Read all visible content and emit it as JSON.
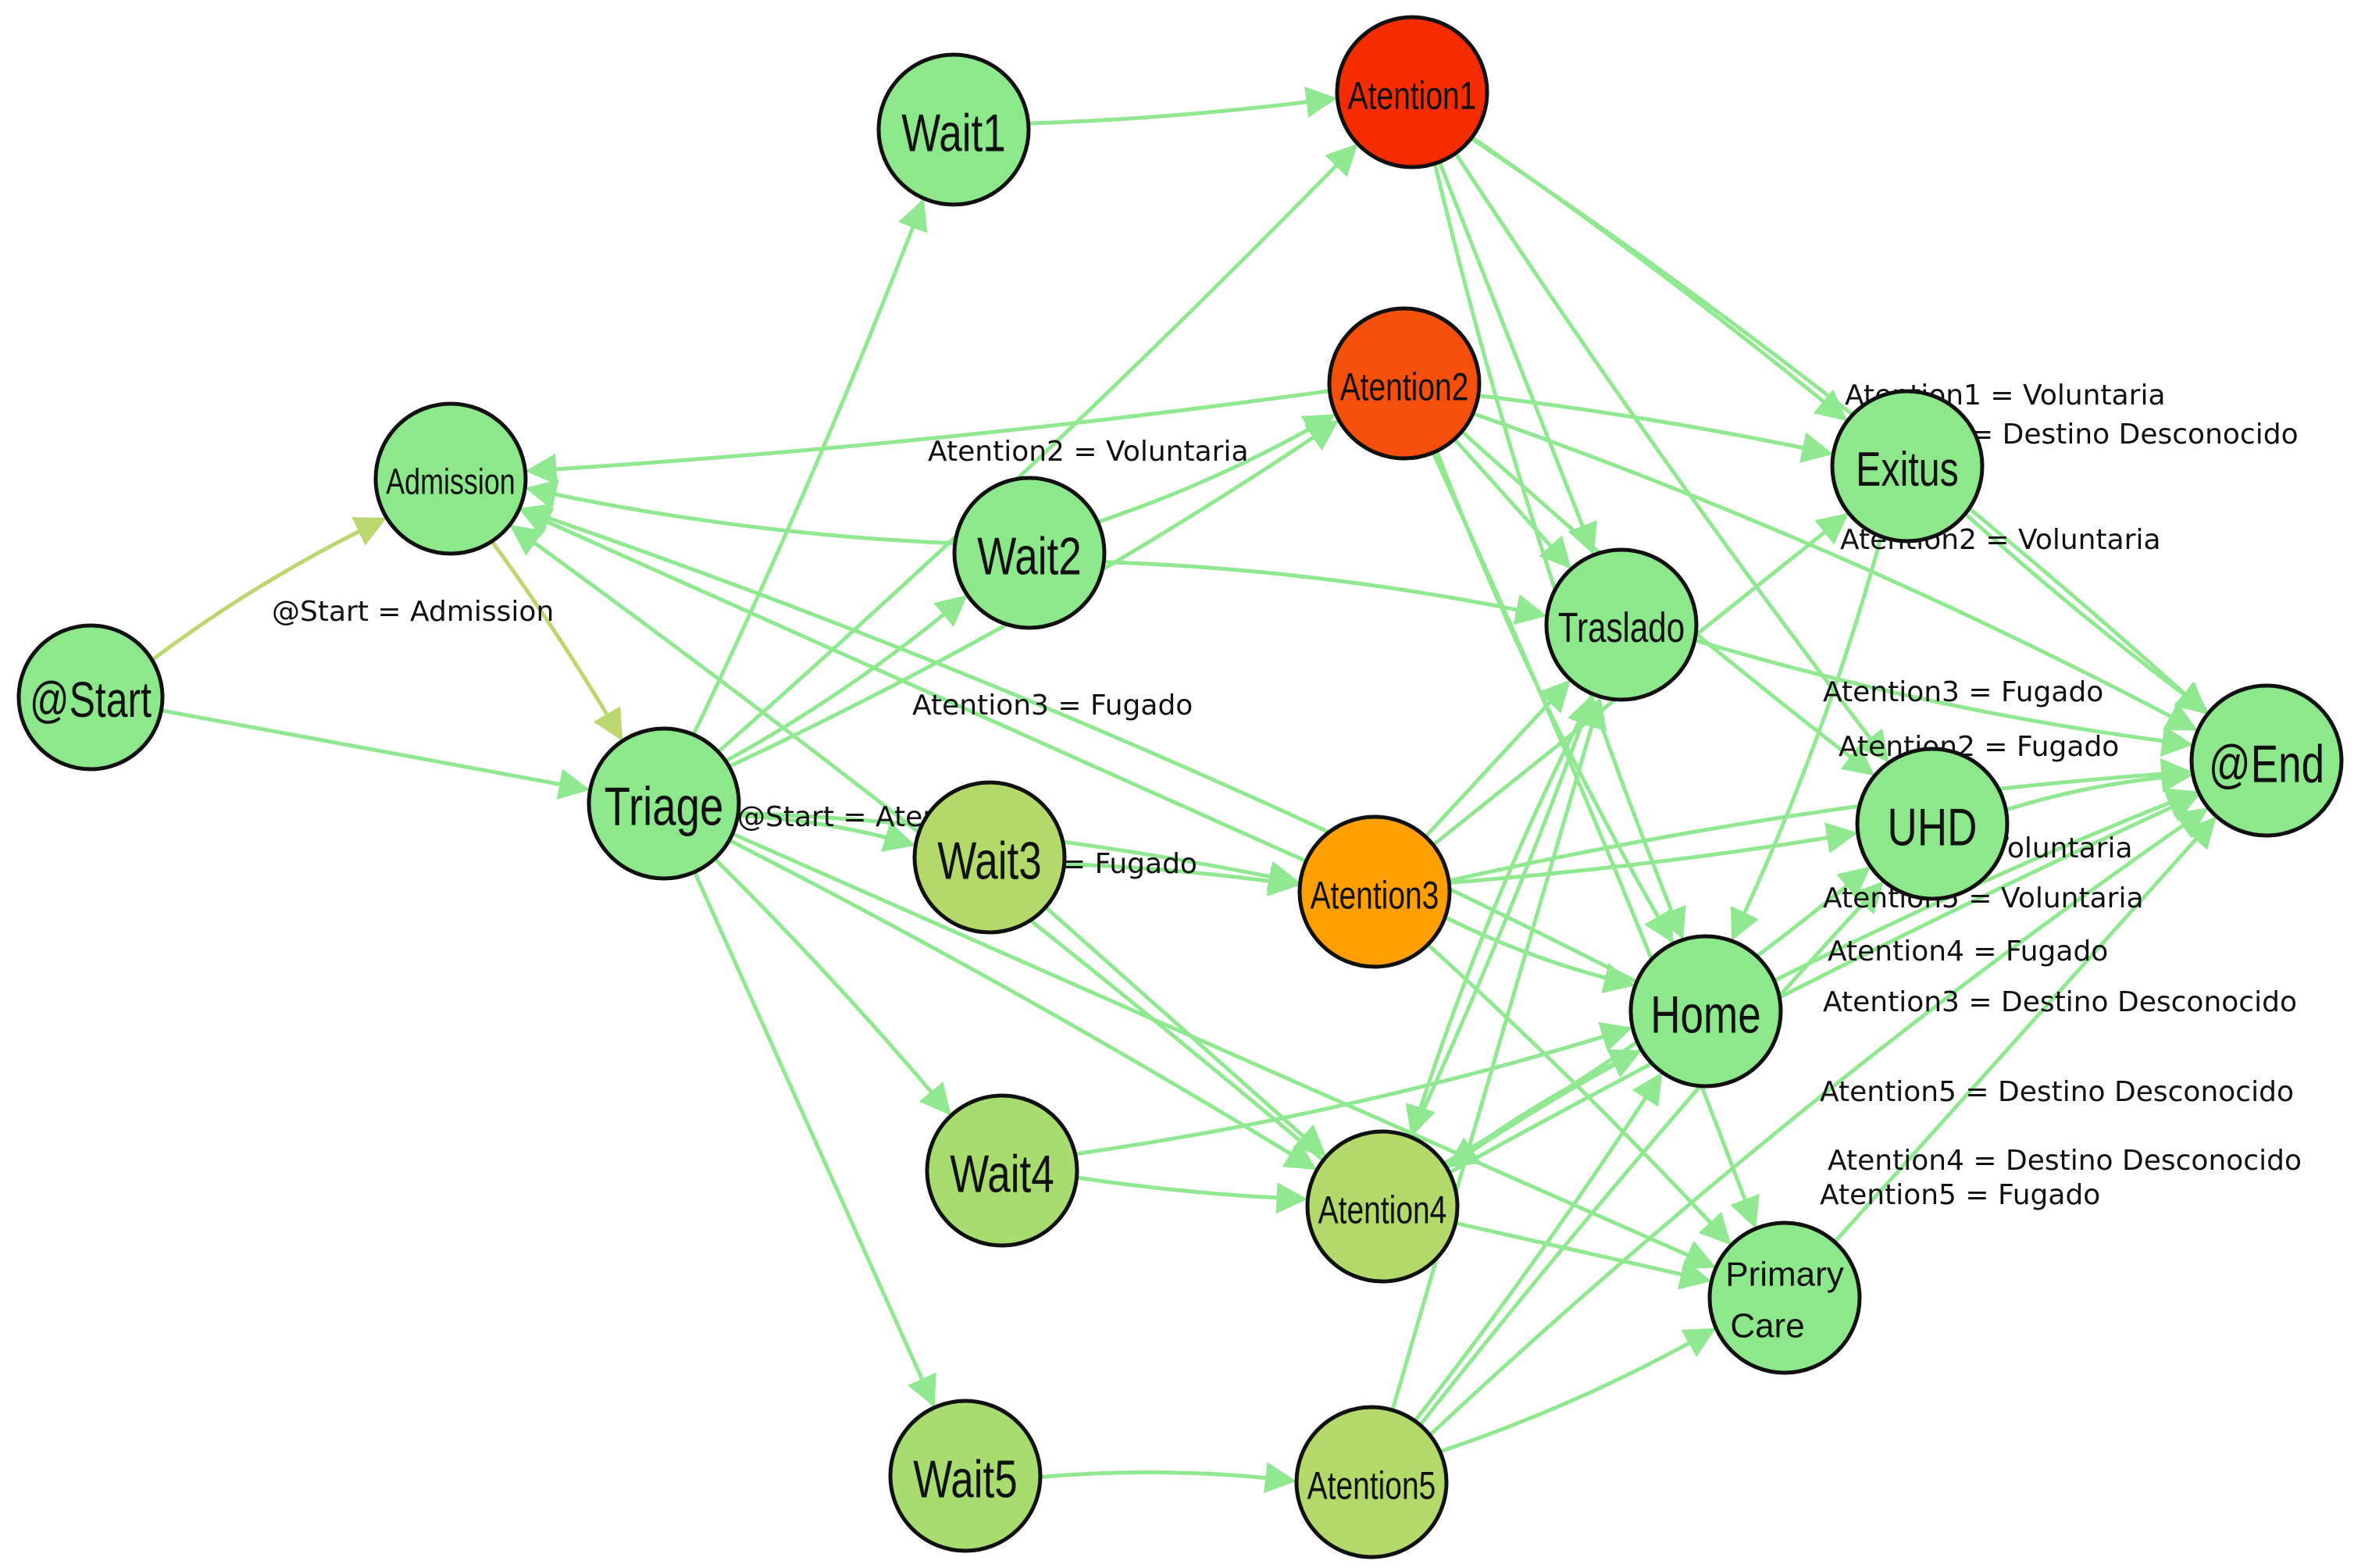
{
  "colors": {
    "edge": "#90e890",
    "edge_start": "#bcd670",
    "node_stroke": "#111111"
  },
  "nodes": [
    {
      "id": "start",
      "label": "@Start",
      "color": "#8de88b"
    },
    {
      "id": "admission",
      "label": "Admission",
      "color": "#8de88b"
    },
    {
      "id": "triage",
      "label": "Triage",
      "color": "#8de88b"
    },
    {
      "id": "wait1",
      "label": "Wait1",
      "color": "#8de88b"
    },
    {
      "id": "wait2",
      "label": "Wait2",
      "color": "#8de88b"
    },
    {
      "id": "wait3",
      "label": "Wait3",
      "color": "#b3d96a"
    },
    {
      "id": "wait4",
      "label": "Wait4",
      "color": "#a8dc6e"
    },
    {
      "id": "wait5",
      "label": "Wait5",
      "color": "#a8dc6e"
    },
    {
      "id": "atention1",
      "label": "Atention1",
      "color": "#f52c00"
    },
    {
      "id": "atention2",
      "label": "Atention2",
      "color": "#f4500c"
    },
    {
      "id": "atention3",
      "label": "Atention3",
      "color": "#ffa000"
    },
    {
      "id": "atention4",
      "label": "Atention4",
      "color": "#b3d96a"
    },
    {
      "id": "atention5",
      "label": "Atention5",
      "color": "#b3d96a"
    },
    {
      "id": "exitus",
      "label": "Exitus",
      "color": "#8de88b"
    },
    {
      "id": "traslado",
      "label": "Traslado",
      "color": "#8de88b"
    },
    {
      "id": "uhd",
      "label": "UHD",
      "color": "#8de88b"
    },
    {
      "id": "home",
      "label": "Home",
      "color": "#8de88b"
    },
    {
      "id": "primary",
      "label": "Primary Care",
      "color": "#8de88b"
    },
    {
      "id": "end",
      "label": "@End",
      "color": "#8de88b"
    }
  ],
  "edges": [
    [
      "start",
      "admission"
    ],
    [
      "admission",
      "triage"
    ],
    [
      "start",
      "triage"
    ],
    [
      "triage",
      "wait1"
    ],
    [
      "triage",
      "wait2"
    ],
    [
      "triage",
      "wait3"
    ],
    [
      "triage",
      "wait4"
    ],
    [
      "triage",
      "wait5"
    ],
    [
      "triage",
      "atention1"
    ],
    [
      "triage",
      "atention2"
    ],
    [
      "triage",
      "atention3"
    ],
    [
      "triage",
      "atention4"
    ],
    [
      "triage",
      "primary"
    ],
    [
      "wait1",
      "atention1"
    ],
    [
      "wait2",
      "atention2"
    ],
    [
      "wait2",
      "traslado"
    ],
    [
      "wait3",
      "atention3"
    ],
    [
      "wait3",
      "atention4"
    ],
    [
      "wait4",
      "atention4"
    ],
    [
      "wait4",
      "home"
    ],
    [
      "wait5",
      "atention5"
    ],
    [
      "atention2",
      "admission"
    ],
    [
      "atention3",
      "admission"
    ],
    [
      "atention4",
      "admission"
    ],
    [
      "home",
      "admission"
    ],
    [
      "wait2",
      "admission"
    ],
    [
      "atention1",
      "exitus"
    ],
    [
      "atention1",
      "traslado"
    ],
    [
      "atention1",
      "uhd"
    ],
    [
      "atention1",
      "home"
    ],
    [
      "atention1",
      "end"
    ],
    [
      "atention2",
      "exitus"
    ],
    [
      "atention2",
      "traslado"
    ],
    [
      "atention2",
      "uhd"
    ],
    [
      "atention2",
      "home"
    ],
    [
      "atention2",
      "end"
    ],
    [
      "atention2",
      "primary"
    ],
    [
      "atention3",
      "traslado"
    ],
    [
      "atention3",
      "uhd"
    ],
    [
      "atention3",
      "home"
    ],
    [
      "atention3",
      "end"
    ],
    [
      "atention3",
      "primary"
    ],
    [
      "atention3",
      "exitus"
    ],
    [
      "atention4",
      "traslado"
    ],
    [
      "atention4",
      "uhd"
    ],
    [
      "atention4",
      "home"
    ],
    [
      "atention4",
      "end"
    ],
    [
      "atention4",
      "primary"
    ],
    [
      "atention5",
      "home"
    ],
    [
      "atention5",
      "primary"
    ],
    [
      "atention5",
      "end"
    ],
    [
      "atention5",
      "uhd"
    ],
    [
      "atention5",
      "traslado"
    ],
    [
      "exitus",
      "end"
    ],
    [
      "traslado",
      "end"
    ],
    [
      "uhd",
      "end"
    ],
    [
      "home",
      "end"
    ],
    [
      "primary",
      "end"
    ],
    [
      "home",
      "atention4"
    ],
    [
      "traslado",
      "atention4"
    ],
    [
      "exitus",
      "home"
    ]
  ],
  "edge_labels": [
    "@Start = Admission",
    "Atention2 = Voluntaria",
    "Atention3 = Fugado",
    "@Start = Aten",
    "= Fugado",
    "Atention1 = Voluntaria",
    "= Destino Desconocido",
    "Atention2 = Voluntaria",
    "Atention3 = Fugado",
    "Atention2 = Fugado",
    "Voluntaria",
    "Atention5 = Voluntaria",
    "Atention4 = Fugado",
    "Atention3 = Destino Desconocido",
    "Atention5 = Destino Desconocido",
    "Atention4 = Destino Desconocido",
    "Atention5 = Fugado"
  ]
}
